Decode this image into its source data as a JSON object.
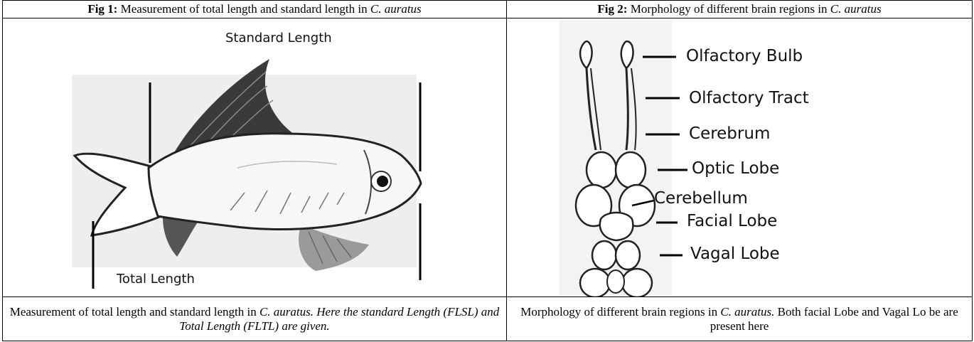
{
  "fig1": {
    "title_prefix": "Fig 1:",
    "title_text": "Measurement of total length and standard length in",
    "species": "C. auratus",
    "label_standard": "Standard Length",
    "label_total": "Total Length",
    "caption_part1": "Measurement of total length and standard length in",
    "caption_species": "C. auratus.",
    "caption_italic": "Here the standard Length (FLSL) and Total Length (FLTL) are given."
  },
  "fig2": {
    "title_prefix": "Fig 2:",
    "title_text": "Morphology of different brain regions in",
    "species": "C. auratus",
    "labels": {
      "olfactory_bulb": "Olfactory Bulb",
      "olfactory_tract": "Olfactory Tract",
      "cerebrum": "Cerebrum",
      "optic_lobe": "Optic Lobe",
      "cerebellum": "Cerebellum",
      "facial_lobe": "Facial Lobe",
      "vagal_lobe": "Vagal Lobe"
    },
    "caption_part1": "Morphology of different brain regions in",
    "caption_species": "C. auratus.",
    "caption_part2": "Both facial Lobe and Vagal Lo be are present here"
  }
}
